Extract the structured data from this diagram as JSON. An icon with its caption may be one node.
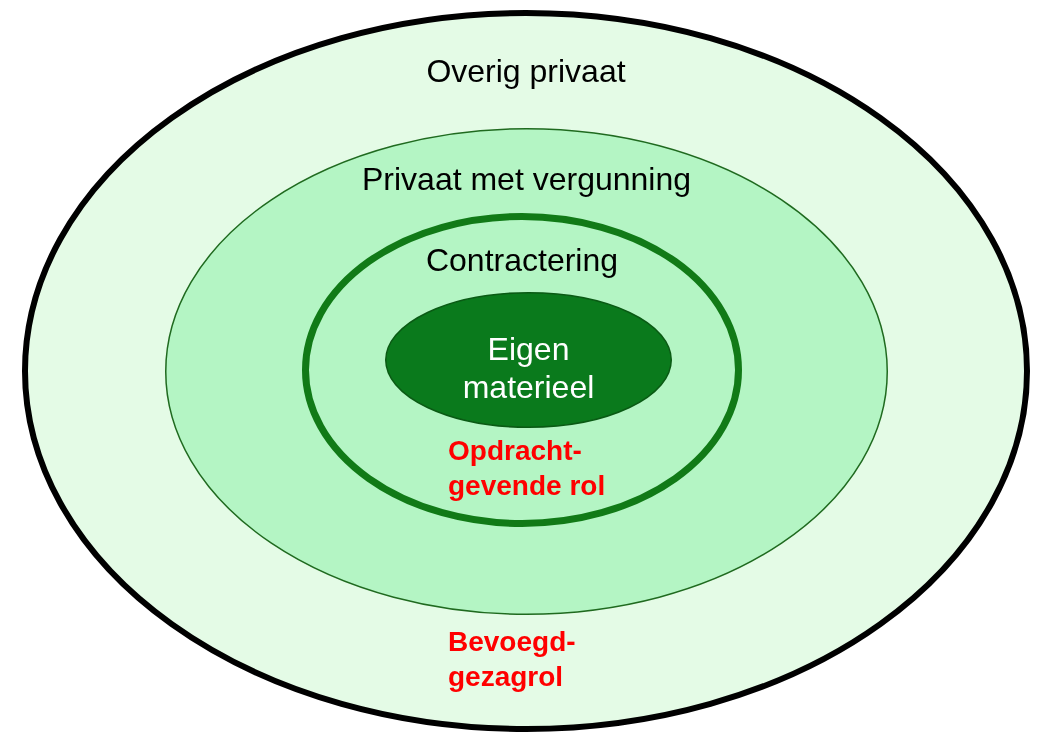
{
  "diagram": {
    "nodes": [
      {
        "text": [
          "Overig privaat"
        ]
      },
      {
        "text": [
          "Privaat met vergunning"
        ],
        "in": 0
      },
      {
        "text": [
          "Contractering"
        ],
        "in": 1
      },
      {
        "text": [
          "Eigen materieel"
        ],
        "in": 2
      }
    ],
    "labels": [
      "Opdracht- gevende rol",
      "Bevoegd- gezagrol"
    ]
  }
}
